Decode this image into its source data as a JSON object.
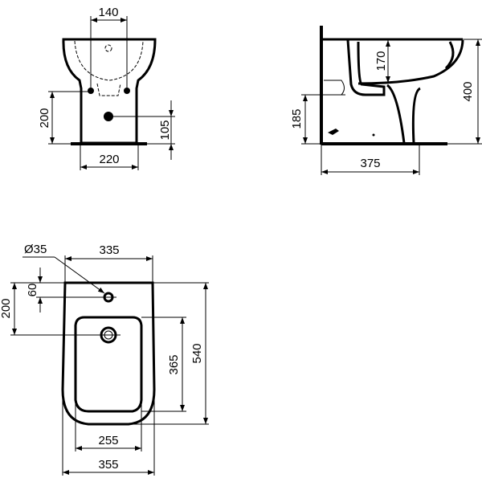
{
  "diagram": {
    "subject": "Bidet technical dimension drawing",
    "views": {
      "front": {
        "dimensions": {
          "tap_spacing": "140",
          "inlet_height": "200",
          "waste_height": "105",
          "base_width": "220"
        }
      },
      "side": {
        "dimensions": {
          "bowl_depth": "170",
          "rim_height": "400",
          "inlet_height": "185",
          "projection": "375"
        }
      },
      "top": {
        "dimensions": {
          "tap_hole_diameter": "Ø35",
          "rim_width": "335",
          "tap_hole_offset": "60",
          "waste_offset": "200",
          "bowl_length": "365",
          "overall_length": "540",
          "bowl_width": "255",
          "overall_width": "355"
        }
      }
    }
  }
}
